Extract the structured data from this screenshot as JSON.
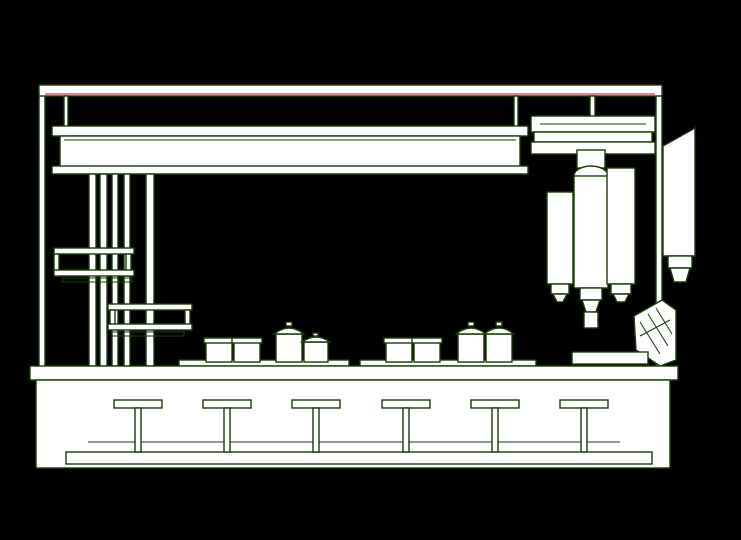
{
  "drawing": {
    "kind": "bar counter elevation line drawing",
    "colors": {
      "background": "#000000",
      "fill": "#ffffff",
      "outline": "#1a3a0c",
      "accent": "#b01818"
    },
    "stool_count": 6,
    "pot_groups": 4
  }
}
